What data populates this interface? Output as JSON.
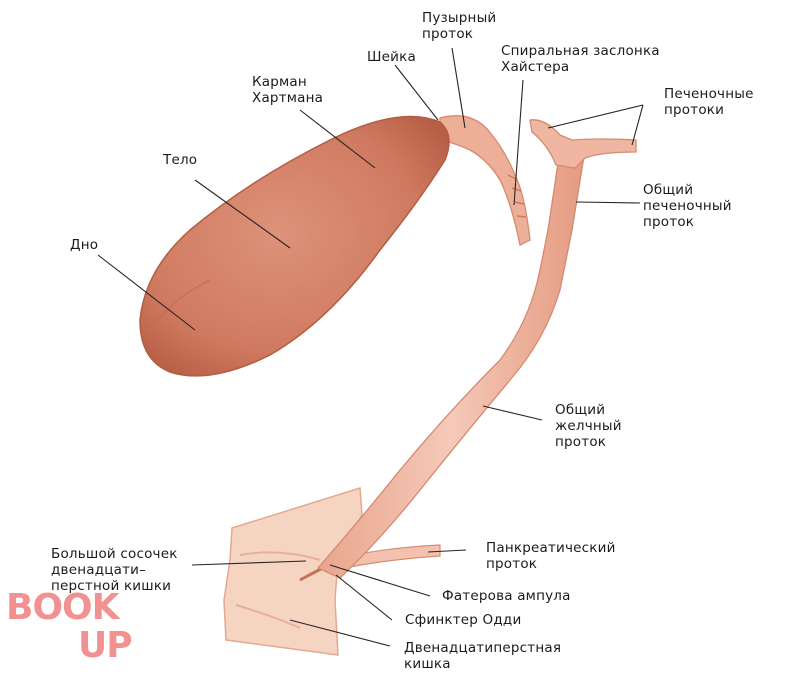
{
  "labels": {
    "bottom": "Дно",
    "body": "Тело",
    "hartmann_pouch": "Карман\nХартмана",
    "neck": "Шейка",
    "cystic_duct": "Пузырный\nпроток",
    "heister_valve": "Спиральная заслонка\nХайстера",
    "hepatic_ducts": "Печеночные\nпротоки",
    "common_hepatic_duct": "Общий\nпеченочный\nпроток",
    "common_bile_duct": "Общий\nжелчный\nпроток",
    "pancreatic_duct": "Панкреатический\nпроток",
    "major_papilla": "Большой сосочек\nдвенадцати–\nперстной кишки",
    "vater_ampulla": "Фатерова ампула",
    "oddi_sphincter": "Сфинктер Одди",
    "duodenum": "Двенадцатиперстная\nкишка"
  },
  "watermark": {
    "line1": "BOOK",
    "line2": "UP"
  },
  "colors": {
    "organ_fill": "#d98a6d",
    "organ_dark": "#b9634a",
    "duct_fill": "#eeb5a0",
    "duodenum_fill": "#f6d4c2",
    "leader_line": "#2a2422"
  }
}
